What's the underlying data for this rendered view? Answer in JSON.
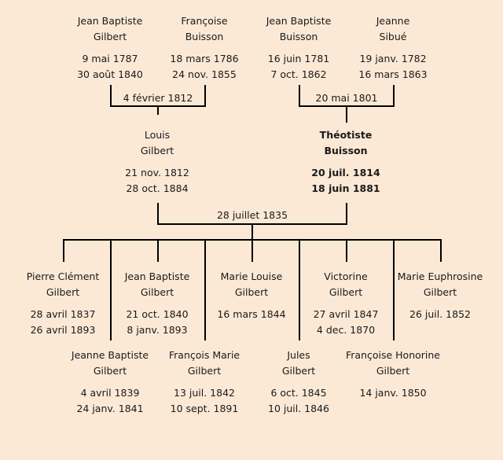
{
  "grandparents": [
    {
      "first": "Jean Baptiste",
      "last": "Gilbert",
      "birth": "9 mai 1787",
      "death": "30 août 1840"
    },
    {
      "first": "Françoise",
      "last": "Buisson",
      "birth": "18 mars 1786",
      "death": "24 nov. 1855"
    },
    {
      "first": "Jean Baptiste",
      "last": "Buisson",
      "birth": "16 juin 1781",
      "death": "7 oct. 1862"
    },
    {
      "first": "Jeanne",
      "last": "Sibué",
      "birth": "19 janv. 1782",
      "death": "16 mars 1863"
    }
  ],
  "marriages": {
    "paternal": "4 février 1812",
    "maternal": "20 mai 1801",
    "parents": "28 juillet 1835"
  },
  "parents": [
    {
      "first": "Louis",
      "last": "Gilbert",
      "birth": "21 nov. 1812",
      "death": "28 oct. 1884"
    },
    {
      "first": "Théotiste",
      "last": "Buisson",
      "birth": "20 juil. 1814",
      "death": "18 juin 1881"
    }
  ],
  "children": [
    {
      "first": "Pierre Clément",
      "last": "Gilbert",
      "birth": "28 avril 1837",
      "death": "26 avril 1893"
    },
    {
      "first": "Jeanne Baptiste",
      "last": "Gilbert",
      "birth": "4 avril 1839",
      "death": "24 janv. 1841"
    },
    {
      "first": "Jean Baptiste",
      "last": "Gilbert",
      "birth": "21 oct. 1840",
      "death": "8 janv. 1893"
    },
    {
      "first": "François Marie",
      "last": "Gilbert",
      "birth": "13 juil. 1842",
      "death": "10 sept. 1891"
    },
    {
      "first": "Marie Louise",
      "last": "Gilbert",
      "birth": "16 mars 1844",
      "death": null
    },
    {
      "first": "Jules",
      "last": "Gilbert",
      "birth": "6 oct. 1845",
      "death": "10 juil. 1846"
    },
    {
      "first": "Victorine",
      "last": "Gilbert",
      "birth": "27 avril 1847",
      "death": "4 dec. 1870"
    },
    {
      "first": "Françoise Honorine",
      "last": "Gilbert",
      "birth": "14 janv. 1850",
      "death": null
    },
    {
      "first": "Marie Euphrosine",
      "last": "Gilbert",
      "birth": "26 juil. 1852",
      "death": null
    }
  ]
}
